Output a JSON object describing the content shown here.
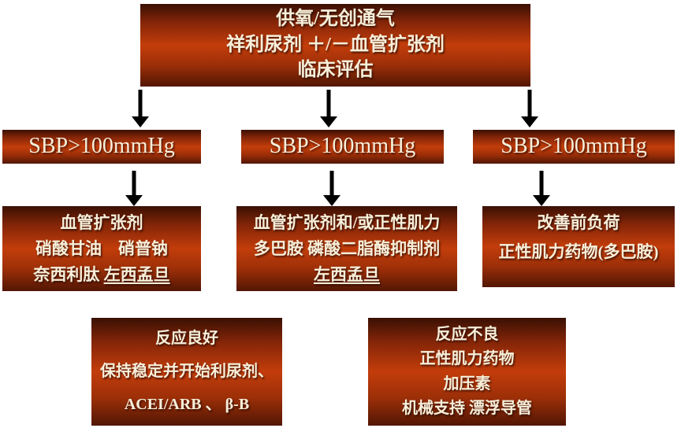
{
  "colors": {
    "background": "#FFFFFF",
    "box_gradient_top": "#3A1003",
    "box_gradient_middle": "#C33D0B",
    "box_gradient_bottom": "#521604",
    "box_text": "#F6EFDA",
    "arrow": "#000000"
  },
  "boxes": {
    "top": {
      "line1": "供氧/无创通气",
      "line2": "祥利尿剂 ＋/－血管扩张剂",
      "line3": "临床评估"
    },
    "sbp_left": {
      "label": "SBP>100mmHg"
    },
    "sbp_middle": {
      "label": "SBP>100mmHg"
    },
    "sbp_right": {
      "label": "SBP>100mmHg"
    },
    "treat_left": {
      "line1": "血管扩张剂",
      "line2": "硝酸甘油　硝普钠",
      "line3_plain": "奈西利肽 ",
      "line3_underlined": "左西孟旦"
    },
    "treat_middle": {
      "line1": "血管扩张剂和/或正性肌力",
      "line2": "多巴胺 磷酸二脂酶抑制剂",
      "line3_underlined": "左西孟旦"
    },
    "treat_right": {
      "line1": "改善前负荷",
      "line2": "正性肌力药物(多巴胺)"
    },
    "response_good": {
      "line1": "反应良好",
      "line2": "保持稳定并开始利尿剂、",
      "line3": "ACEI/ARB 、 β-B"
    },
    "response_poor": {
      "line1": "反应不良",
      "line2": "正性肌力药物",
      "line3": "加压素",
      "line4": "机械支持 漂浮导管"
    }
  },
  "arrows": [
    {
      "from": "top",
      "to": "sbp_left"
    },
    {
      "from": "top",
      "to": "sbp_middle"
    },
    {
      "from": "top",
      "to": "sbp_right"
    },
    {
      "from": "sbp_left",
      "to": "treat_left"
    },
    {
      "from": "sbp_middle",
      "to": "treat_middle"
    },
    {
      "from": "sbp_right",
      "to": "treat_right"
    }
  ]
}
